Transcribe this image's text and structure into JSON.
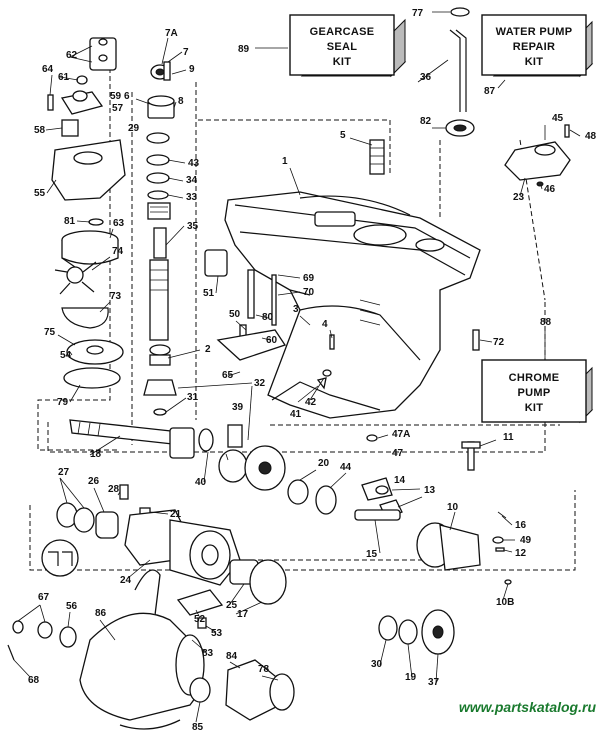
{
  "kits": [
    {
      "ref": "89",
      "lines": [
        "GEARCASE",
        "SEAL",
        "KIT"
      ]
    },
    {
      "ref": "87",
      "lines": [
        "WATER PUMP",
        "REPAIR",
        "KIT"
      ]
    },
    {
      "ref": "88",
      "lines": [
        "CHROME",
        "PUMP",
        "KIT"
      ]
    }
  ],
  "callouts": [
    "1",
    "2",
    "3",
    "4",
    "5",
    "6",
    "7",
    "7A",
    "8",
    "9",
    "10",
    "10B",
    "11",
    "12",
    "13",
    "14",
    "15",
    "16",
    "17",
    "18",
    "19",
    "20",
    "21",
    "23",
    "24",
    "25",
    "26",
    "27",
    "28",
    "29",
    "30",
    "31",
    "32",
    "33",
    "34",
    "35",
    "36",
    "37",
    "39",
    "40",
    "41",
    "42",
    "43",
    "44",
    "45",
    "46",
    "47",
    "47A",
    "48",
    "49",
    "50",
    "51",
    "52",
    "53",
    "54",
    "55",
    "56",
    "57",
    "58",
    "59",
    "60",
    "61",
    "62",
    "63",
    "64",
    "65",
    "67",
    "68",
    "69",
    "70",
    "72",
    "73",
    "74",
    "75",
    "77",
    "78",
    "79",
    "80",
    "81",
    "82",
    "83",
    "84",
    "85",
    "86"
  ],
  "watermark": "www.partskatalog.ru"
}
